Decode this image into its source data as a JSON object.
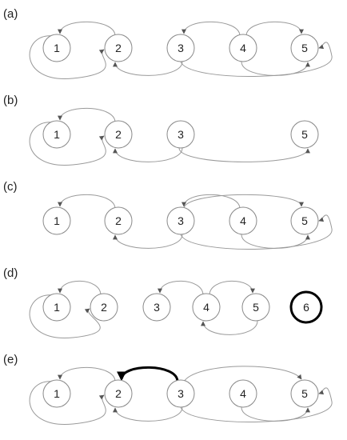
{
  "panels": [
    {
      "label": "(a)",
      "nodes": [
        {
          "id": 1,
          "label": "1"
        },
        {
          "id": 2,
          "label": "2"
        },
        {
          "id": 3,
          "label": "3"
        },
        {
          "id": 4,
          "label": "4"
        },
        {
          "id": 5,
          "label": "5"
        }
      ],
      "edges": [
        {
          "from": 2,
          "to": 1,
          "type": "over"
        },
        {
          "from": 1,
          "to": 2,
          "type": "loop-under"
        },
        {
          "from": 4,
          "to": 3,
          "type": "over"
        },
        {
          "from": 4,
          "to": 5,
          "type": "over"
        },
        {
          "from": 3,
          "to": 2,
          "type": "under"
        },
        {
          "from": 4,
          "to": 5,
          "type": "under"
        },
        {
          "from": 3,
          "to": 5,
          "type": "under-right"
        }
      ]
    },
    {
      "label": "(b)",
      "nodes": [
        {
          "id": 1,
          "label": "1"
        },
        {
          "id": 2,
          "label": "2"
        },
        {
          "id": 3,
          "label": "3"
        },
        {
          "id": 5,
          "label": "5"
        }
      ],
      "edges": [
        {
          "from": 2,
          "to": 1,
          "type": "over"
        },
        {
          "from": 1,
          "to": 2,
          "type": "loop-under"
        },
        {
          "from": 3,
          "to": 2,
          "type": "under"
        },
        {
          "from": 3,
          "to": 5,
          "type": "under"
        }
      ]
    },
    {
      "label": "(c)",
      "nodes": [
        {
          "id": 1,
          "label": "1"
        },
        {
          "id": 2,
          "label": "2"
        },
        {
          "id": 3,
          "label": "3"
        },
        {
          "id": 4,
          "label": "4"
        },
        {
          "id": 5,
          "label": "5"
        }
      ],
      "edges": [
        {
          "from": 2,
          "to": 1,
          "type": "over"
        },
        {
          "from": 4,
          "to": 3,
          "type": "over"
        },
        {
          "from": 3,
          "to": 5,
          "type": "over"
        },
        {
          "from": 3,
          "to": 2,
          "type": "under"
        },
        {
          "from": 4,
          "to": 5,
          "type": "under"
        },
        {
          "from": 3,
          "to": 5,
          "type": "under-right"
        }
      ]
    },
    {
      "label": "(d)",
      "nodes": [
        {
          "id": 1,
          "label": "1"
        },
        {
          "id": 2,
          "label": "2"
        },
        {
          "id": 3,
          "label": "3"
        },
        {
          "id": 4,
          "label": "4"
        },
        {
          "id": 5,
          "label": "5"
        },
        {
          "id": 6,
          "label": "6",
          "bold": true
        }
      ],
      "edges": [
        {
          "from": 2,
          "to": 1,
          "type": "over"
        },
        {
          "from": 1,
          "to": 2,
          "type": "loop-under"
        },
        {
          "from": 4,
          "to": 3,
          "type": "over"
        },
        {
          "from": 4,
          "to": 5,
          "type": "over"
        },
        {
          "from": 5,
          "to": 4,
          "type": "under"
        }
      ]
    },
    {
      "label": "(e)",
      "nodes": [
        {
          "id": 1,
          "label": "1"
        },
        {
          "id": 2,
          "label": "2"
        },
        {
          "id": 3,
          "label": "3"
        },
        {
          "id": 4,
          "label": "4"
        },
        {
          "id": 5,
          "label": "5"
        }
      ],
      "edges": [
        {
          "from": 2,
          "to": 1,
          "type": "over"
        },
        {
          "from": 1,
          "to": 2,
          "type": "loop-under"
        },
        {
          "from": 3,
          "to": 2,
          "type": "over",
          "bold": true
        },
        {
          "from": 3,
          "to": 5,
          "type": "over-long"
        },
        {
          "from": 3,
          "to": 2,
          "type": "under"
        },
        {
          "from": 4,
          "to": 5,
          "type": "under"
        },
        {
          "from": 3,
          "to": 5,
          "type": "under-right"
        }
      ]
    }
  ]
}
